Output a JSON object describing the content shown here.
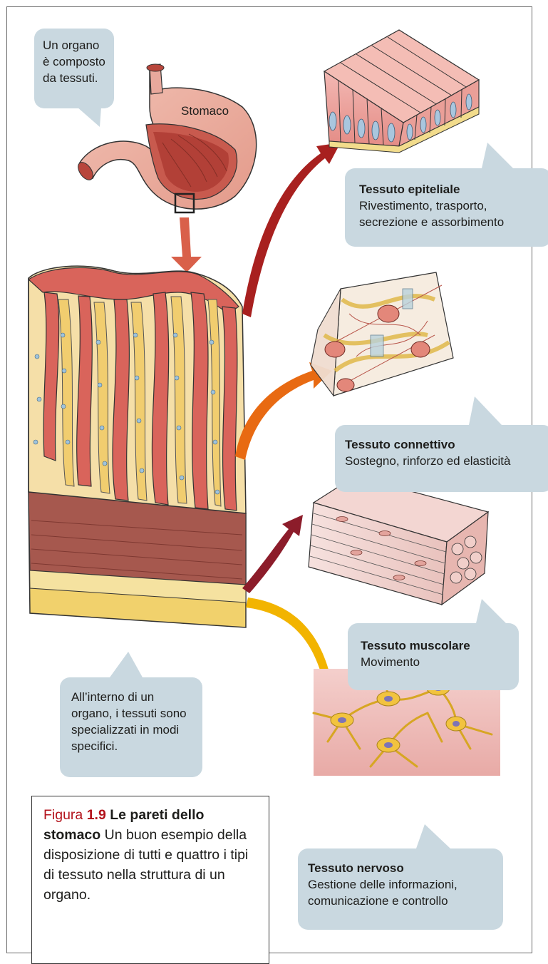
{
  "bubbles": {
    "organ": "Un organo è composto da tessuti.",
    "inside": "All’interno di un organo, i tessuti sono specializzati in modi specifici."
  },
  "stomach_label": "Stomaco",
  "tissues": {
    "epithelial": {
      "title": "Tessuto epiteliale",
      "desc": "Rivestimento, trasporto, secrezione e assorbimento"
    },
    "connective": {
      "title": "Tessuto connettivo",
      "desc": "Sostegno, rinforzo ed elasticità"
    },
    "muscular": {
      "title": "Tessuto muscolare",
      "desc": "Movimento"
    },
    "nervous": {
      "title": "Tessuto nervoso",
      "desc": "Gestione delle informazioni, comunicazione e controllo"
    }
  },
  "caption": {
    "figure_word": "Figura",
    "figure_number": "1.9",
    "title": "Le pareti dello stomaco",
    "text": "Un buon esempio della disposizione di tutti e quattro i tipi di tessuto nella struttura di un organo."
  },
  "colors": {
    "bubble": "#c9d8e0",
    "arrow_epithelial": "#a8201f",
    "arrow_connective": "#e86a12",
    "arrow_muscular": "#8c1c2a",
    "arrow_nervous": "#f2b400",
    "arrow_zoom": "#d9604a",
    "caption_red": "#b3121b"
  }
}
